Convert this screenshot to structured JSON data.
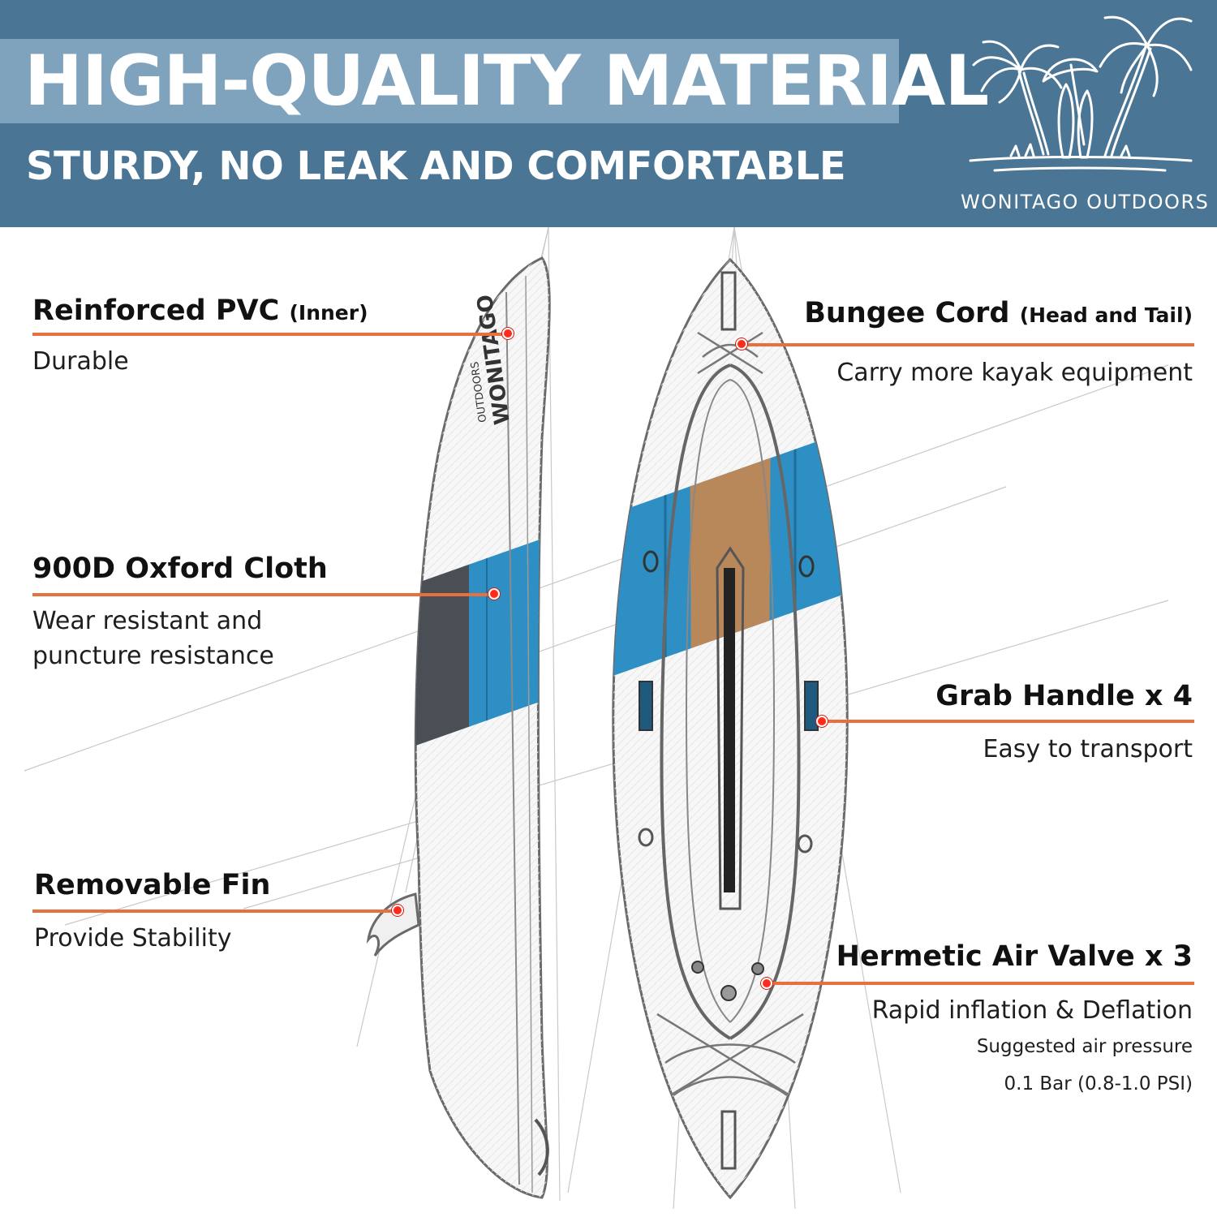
{
  "header": {
    "title": "HIGH-QUALITY MATERIAL",
    "subtitle": "STURDY, NO LEAK AND COMFORTABLE",
    "brand": "WONITAGO OUTDOORS",
    "logo_icon": "palm-trees-umbrella-icon"
  },
  "colors": {
    "header_bg": "#4a7594",
    "title_band": "#7fa2bd",
    "accent_line": "#e8703f",
    "marker_dot": "#ff2a1a",
    "kayak_blue": "#2e8fc4",
    "kayak_tan": "#b8875a"
  },
  "features": [
    {
      "title": "Reinforced PVC",
      "title_small": "(Inner)",
      "desc": [
        "Durable"
      ]
    },
    {
      "title": "900D Oxford Cloth",
      "title_small": "",
      "desc": [
        "Wear resistant and",
        "puncture resistance"
      ]
    },
    {
      "title": "Removable Fin",
      "title_small": "",
      "desc": [
        "Provide Stability"
      ]
    },
    {
      "title": "Bungee Cord",
      "title_small": "(Head and Tail)",
      "desc": [
        "Carry more kayak equipment"
      ]
    },
    {
      "title": "Grab Handle x 4",
      "title_small": "",
      "desc": [
        "Easy to transport"
      ]
    },
    {
      "title": "Hermetic Air Valve x 3",
      "title_small": "",
      "desc": [
        "Rapid inflation & Deflation"
      ],
      "note": [
        "Suggested air pressure",
        "0.1 Bar (0.8-1.0 PSI)"
      ]
    }
  ],
  "kayak": {
    "side_label": [
      "Wonitago",
      "Outdoors"
    ]
  }
}
